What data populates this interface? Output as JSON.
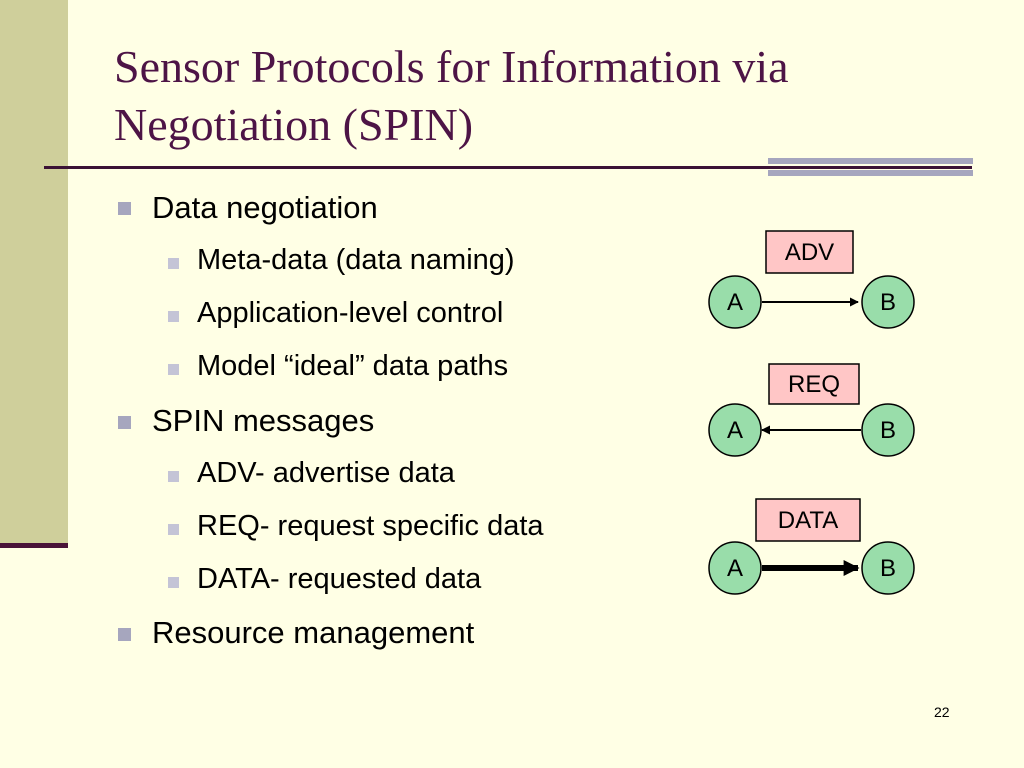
{
  "title": "Sensor Protocols for Information via Negotiation (SPIN)",
  "bullets": {
    "data_negotiation": "Data negotiation",
    "meta_data": "Meta-data (data naming)",
    "app_level": "Application-level control",
    "model_ideal": "Model “ideal” data paths",
    "spin_messages": "SPIN messages",
    "adv": "ADV- advertise data",
    "req": "REQ- request specific data",
    "data": "DATA- requested data",
    "resource": "Resource management"
  },
  "diagram": {
    "adv_label": "ADV",
    "req_label": "REQ",
    "data_label": "DATA",
    "node_a": "A",
    "node_b": "B",
    "colors": {
      "message_box": "#FFC6C6",
      "node_fill": "#99DDAA"
    }
  },
  "page_number": "22"
}
